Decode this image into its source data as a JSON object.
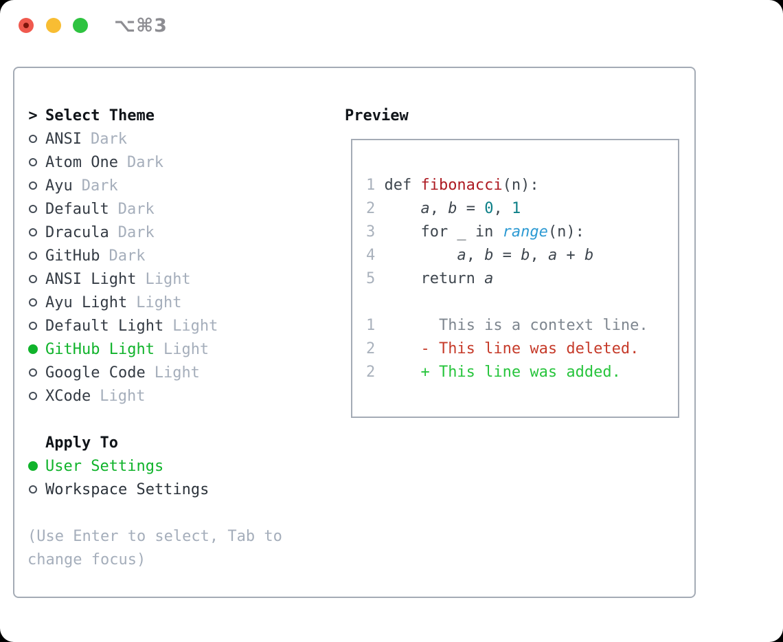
{
  "titlebar": {
    "shortcut": "⌥⌘3"
  },
  "colors": {
    "selected_green": "#10b32b",
    "added_green": "#27c43c",
    "deleted_red": "#c63b2a",
    "function_red": "#ad1a22",
    "number_teal": "#0c7f87",
    "builtin_blue": "#2d9ad3",
    "muted_gray": "#a5aebb",
    "traffic_red": "#f0594e",
    "traffic_yellow": "#f8bd33",
    "traffic_green": "#2ec340"
  },
  "theme_list": {
    "cursor": ">",
    "title": "Select Theme",
    "items": [
      {
        "name": "ANSI",
        "tag": "Dark",
        "selected": false
      },
      {
        "name": "Atom One",
        "tag": "Dark",
        "selected": false
      },
      {
        "name": "Ayu",
        "tag": "Dark",
        "selected": false
      },
      {
        "name": "Default",
        "tag": "Dark",
        "selected": false
      },
      {
        "name": "Dracula",
        "tag": "Dark",
        "selected": false
      },
      {
        "name": "GitHub",
        "tag": "Dark",
        "selected": false
      },
      {
        "name": "ANSI Light",
        "tag": "Light",
        "selected": false
      },
      {
        "name": "Ayu Light",
        "tag": "Light",
        "selected": false
      },
      {
        "name": "Default Light",
        "tag": "Light",
        "selected": false
      },
      {
        "name": "GitHub Light",
        "tag": "Light",
        "selected": true
      },
      {
        "name": "Google Code",
        "tag": "Light",
        "selected": false
      },
      {
        "name": "XCode",
        "tag": "Light",
        "selected": false
      }
    ]
  },
  "apply_to": {
    "title": "Apply To",
    "items": [
      {
        "name": "User Settings",
        "selected": true
      },
      {
        "name": "Workspace Settings",
        "selected": false
      }
    ]
  },
  "help": {
    "line1": "(Use Enter to select, Tab to",
    "line2": "change focus)"
  },
  "preview": {
    "title": "Preview",
    "code_lines": [
      {
        "num": "1",
        "tokens": [
          {
            "text": "def ",
            "style": "plain"
          },
          {
            "text": "fibonacci",
            "style": "func"
          },
          {
            "text": "(n):",
            "style": "plain"
          }
        ]
      },
      {
        "num": "2",
        "tokens": [
          {
            "text": "    ",
            "style": "plain"
          },
          {
            "text": "a",
            "style": "ident"
          },
          {
            "text": ", ",
            "style": "plain"
          },
          {
            "text": "b",
            "style": "ident"
          },
          {
            "text": " = ",
            "style": "plain"
          },
          {
            "text": "0",
            "style": "num"
          },
          {
            "text": ", ",
            "style": "plain"
          },
          {
            "text": "1",
            "style": "num"
          }
        ]
      },
      {
        "num": "3",
        "tokens": [
          {
            "text": "    for _ in ",
            "style": "plain"
          },
          {
            "text": "range",
            "style": "builtin"
          },
          {
            "text": "(n):",
            "style": "plain"
          }
        ]
      },
      {
        "num": "4",
        "tokens": [
          {
            "text": "        ",
            "style": "plain"
          },
          {
            "text": "a",
            "style": "ident"
          },
          {
            "text": ", ",
            "style": "plain"
          },
          {
            "text": "b",
            "style": "ident"
          },
          {
            "text": " = ",
            "style": "plain"
          },
          {
            "text": "b",
            "style": "ident"
          },
          {
            "text": ", ",
            "style": "plain"
          },
          {
            "text": "a",
            "style": "ident"
          },
          {
            "text": " + ",
            "style": "plain"
          },
          {
            "text": "b",
            "style": "ident"
          }
        ]
      },
      {
        "num": "5",
        "tokens": [
          {
            "text": "    return ",
            "style": "plain"
          },
          {
            "text": "a",
            "style": "ident"
          }
        ]
      },
      {
        "num": "",
        "tokens": []
      },
      {
        "num": "1",
        "tokens": [
          {
            "text": "      ",
            "style": "plain"
          },
          {
            "text": "This is a context line.",
            "style": "context"
          }
        ]
      },
      {
        "num": "2",
        "tokens": [
          {
            "text": "    ",
            "style": "plain"
          },
          {
            "text": "- This line was deleted.",
            "style": "deleted"
          }
        ]
      },
      {
        "num": "2",
        "tokens": [
          {
            "text": "    ",
            "style": "plain"
          },
          {
            "text": "+ This line was added.",
            "style": "added"
          }
        ]
      }
    ]
  }
}
